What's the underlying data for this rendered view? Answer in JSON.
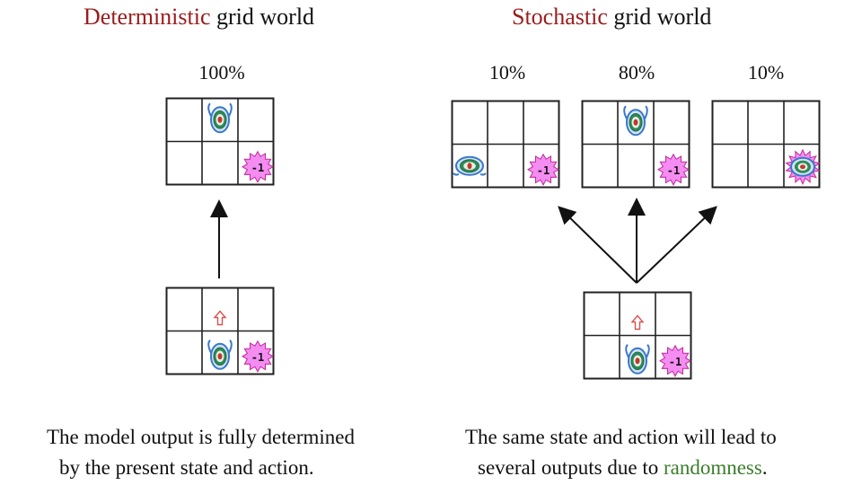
{
  "deterministic": {
    "title_accent": "Deterministic",
    "title_rest": " grid world",
    "probability": "100%",
    "caption_line1": "The model output is fully determined",
    "caption_line2": "by the present state and action."
  },
  "stochastic": {
    "title_accent": "Stochastic",
    "title_rest": " grid world",
    "probabilities": [
      "10%",
      "80%",
      "10%"
    ],
    "caption_line1": "The same state and action will lead to",
    "caption_line2_start": "several outputs due to ",
    "caption_line2_accent": "randomness",
    "caption_line2_end": "."
  },
  "penalty_label": "-1",
  "icons": {
    "agent": "robot-agent-icon",
    "penalty": "penalty-burst-icon",
    "action": "up-arrow-action-icon"
  },
  "colors": {
    "title_accent": "#9b1c1c",
    "caption_accent": "#3a7d2a",
    "penalty_fill": "#f48cf2",
    "agent_ring": "#3a78c9",
    "agent_core": "#c0392b"
  }
}
